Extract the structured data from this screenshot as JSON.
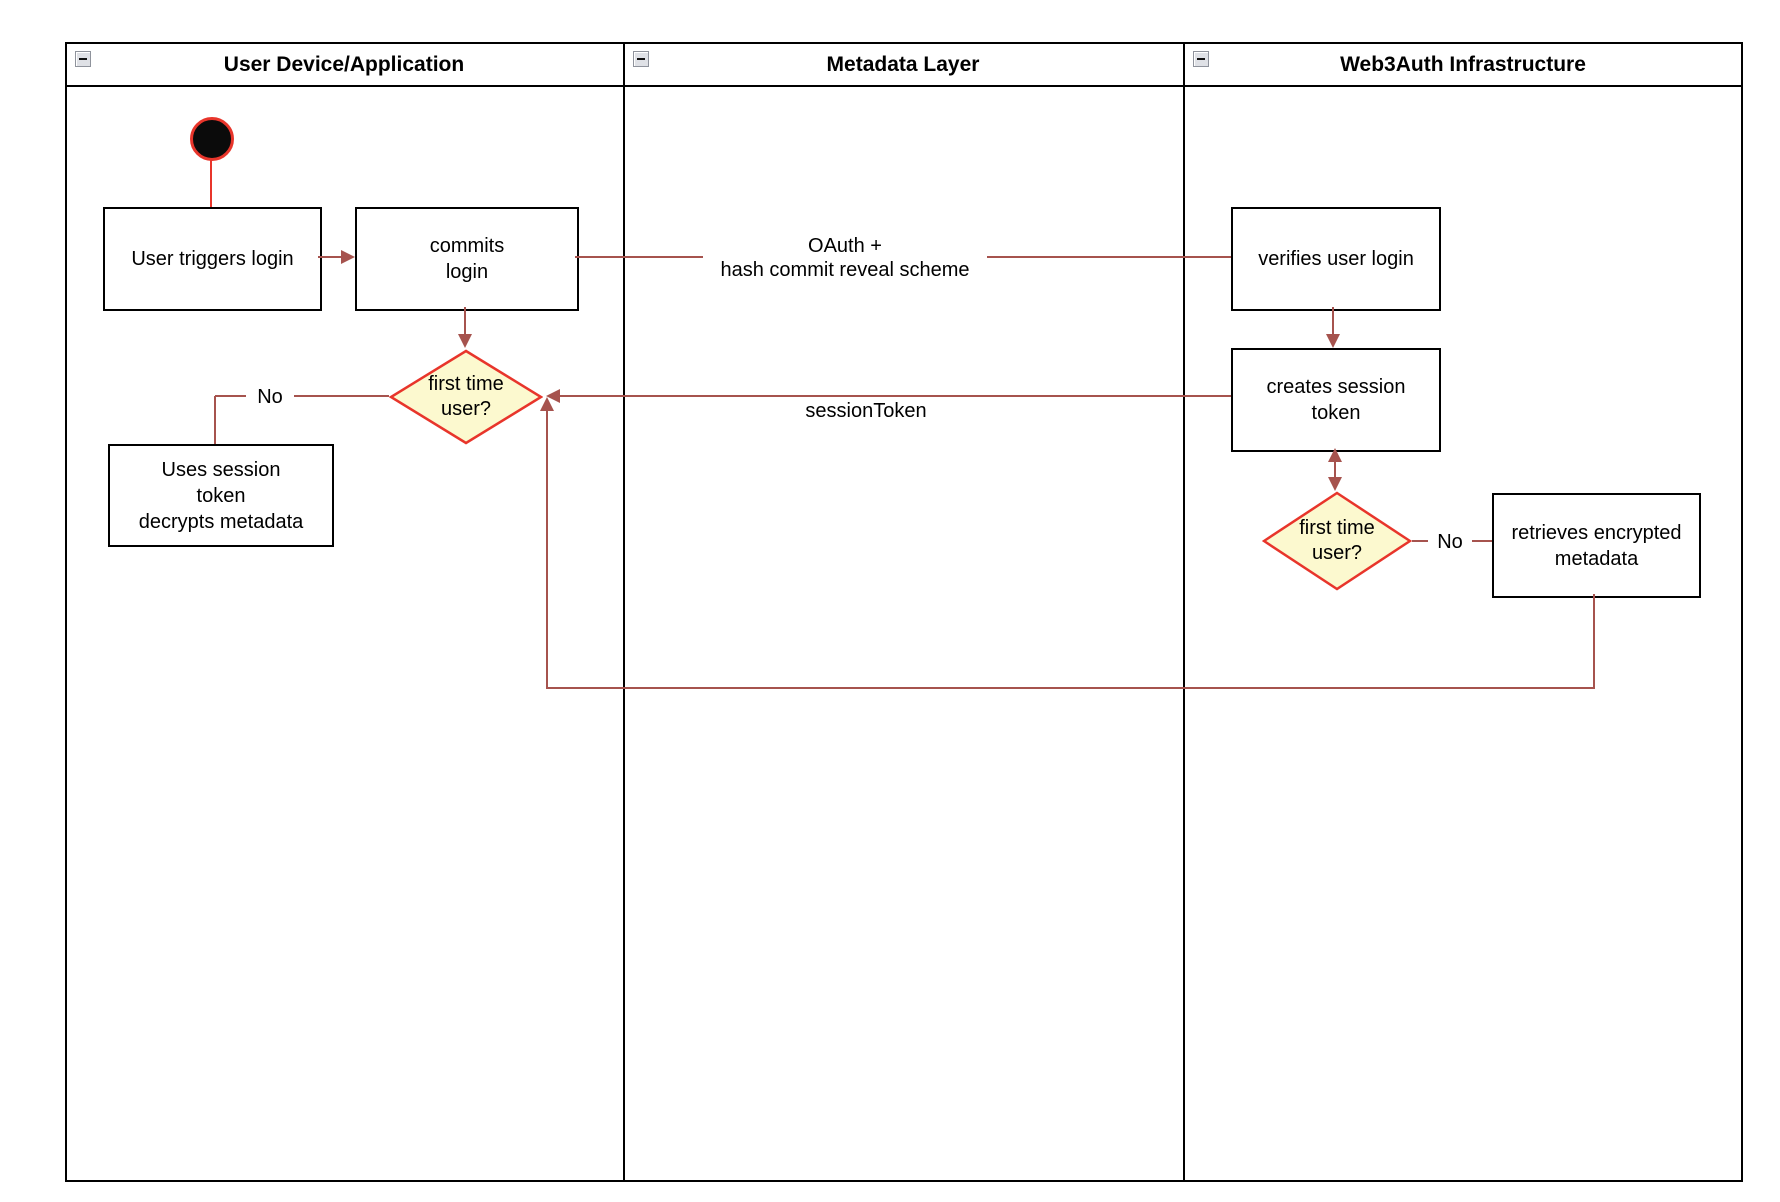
{
  "diagram": {
    "lanes": [
      {
        "title": "User Device/Application"
      },
      {
        "title": "Metadata Layer"
      },
      {
        "title": "Web3Auth Infrastructure"
      }
    ],
    "nodes": {
      "start": {
        "type": "initial-node"
      },
      "user_triggers_login": {
        "lines": [
          "User triggers login"
        ]
      },
      "commits_login": {
        "lines": [
          "commits",
          "login"
        ]
      },
      "verifies_user_login": {
        "lines": [
          "verifies user login"
        ]
      },
      "creates_session_token": {
        "lines": [
          "creates session",
          "token"
        ]
      },
      "first_time_user_device": {
        "lines": [
          "first time",
          "user?"
        ]
      },
      "uses_session_token": {
        "lines": [
          "Uses session",
          "token",
          "decrypts metadata"
        ]
      },
      "first_time_user_web3auth": {
        "lines": [
          "first time",
          "user?"
        ]
      },
      "retrieves_encrypted_metadata": {
        "lines": [
          "retrieves encrypted",
          "metadata"
        ]
      }
    },
    "edge_labels": {
      "oauth": {
        "lines": [
          "OAuth +",
          "hash commit reveal scheme"
        ]
      },
      "session_token": "sessionToken",
      "no_device": "No",
      "no_web3auth": "No"
    },
    "colors": {
      "connector": "#a6534e",
      "accent_red": "#e8352b",
      "decision_fill": "#fcf9cf",
      "decision_border": "#e8352b",
      "shape_border": "#000000",
      "shape_fill": "#ffffff"
    }
  }
}
